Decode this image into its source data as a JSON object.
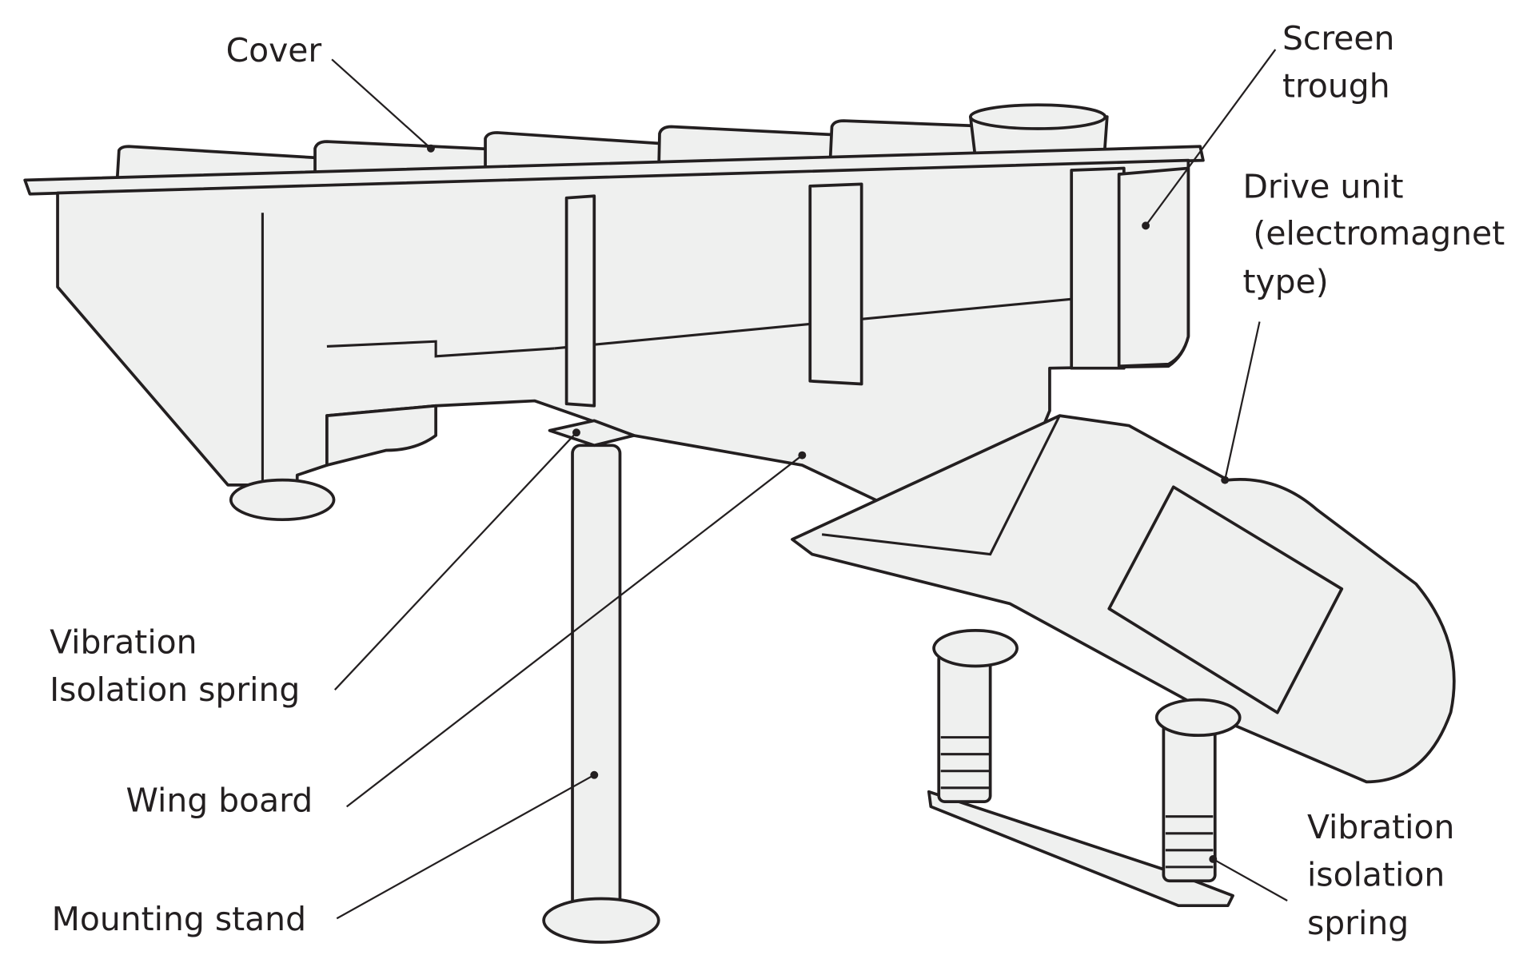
{
  "labels": {
    "cover": "Cover",
    "screen_trough": [
      "Screen",
      "trough"
    ],
    "drive_unit": [
      "Drive unit",
      " (electromagnet",
      "type)"
    ],
    "isolation_spring_left": [
      "Vibration",
      "Isolation spring"
    ],
    "wing_board": "Wing board",
    "mounting_stand": "Mounting stand",
    "isolation_spring_right": [
      "Vibration",
      "isolation",
      "spring"
    ]
  },
  "colors": {
    "line": "#231f20",
    "fill": "#eff0ef"
  }
}
